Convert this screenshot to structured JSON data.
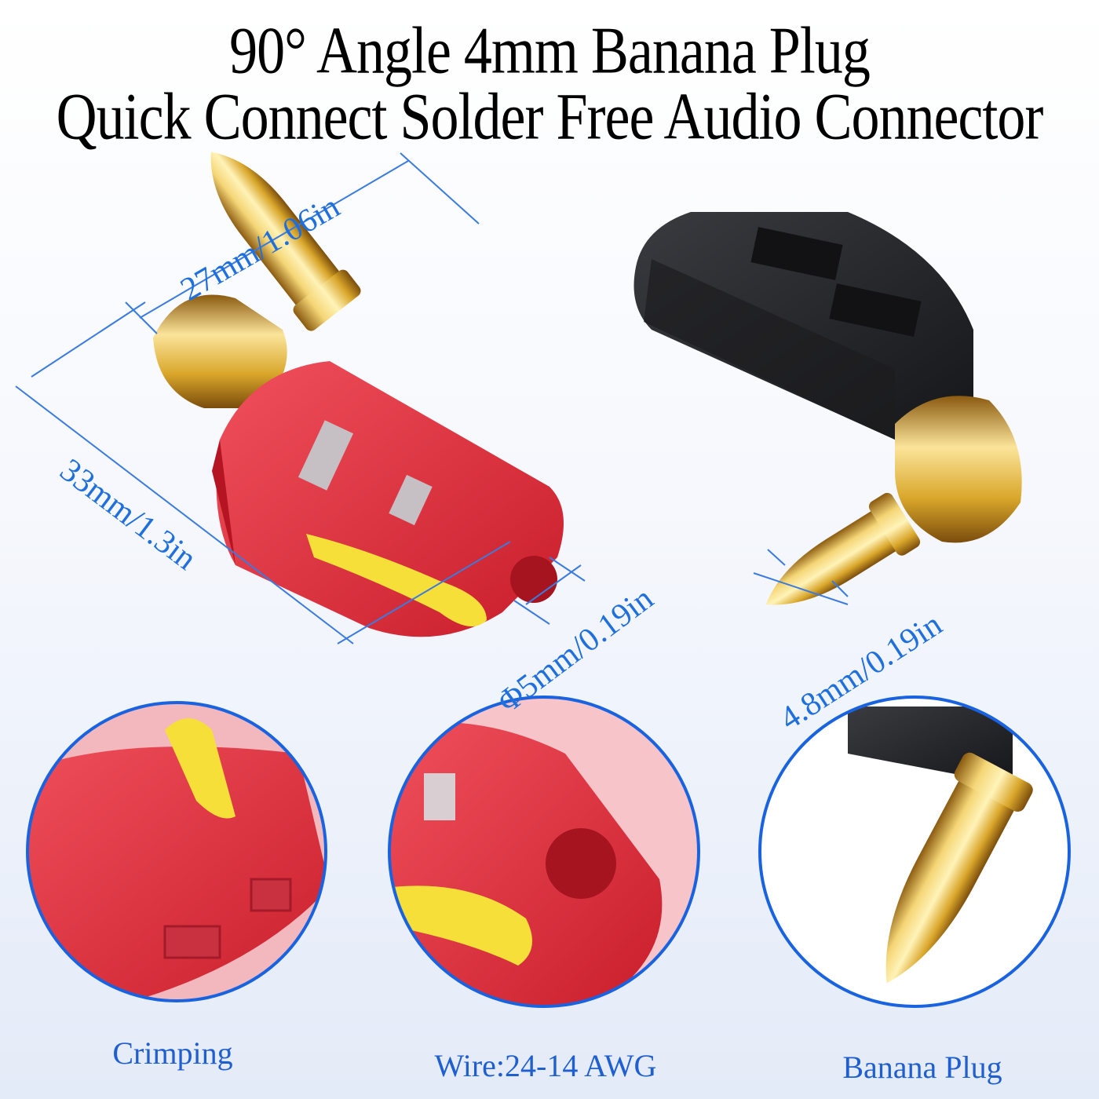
{
  "title": {
    "line1": "90° Angle 4mm Banana Plug",
    "line2": "Quick Connect Solder Free Audio Connector"
  },
  "dimensions": {
    "width": "27mm/1.06in",
    "length": "33mm/1.3in",
    "hole": "Φ5mm/0.19in",
    "pin": "4.8mm/0.19in"
  },
  "captions": {
    "crimping": "Crimping",
    "wire": "Wire:24-14 AWG",
    "plug": "Banana Plug"
  },
  "colors": {
    "dimension_blue": "#1f6fdc",
    "red_body": "#e03340",
    "black_body": "#26272b",
    "gold": "#d9a62a",
    "yellow_lever": "#f7df3a",
    "circle_border": "#1a63e0"
  }
}
